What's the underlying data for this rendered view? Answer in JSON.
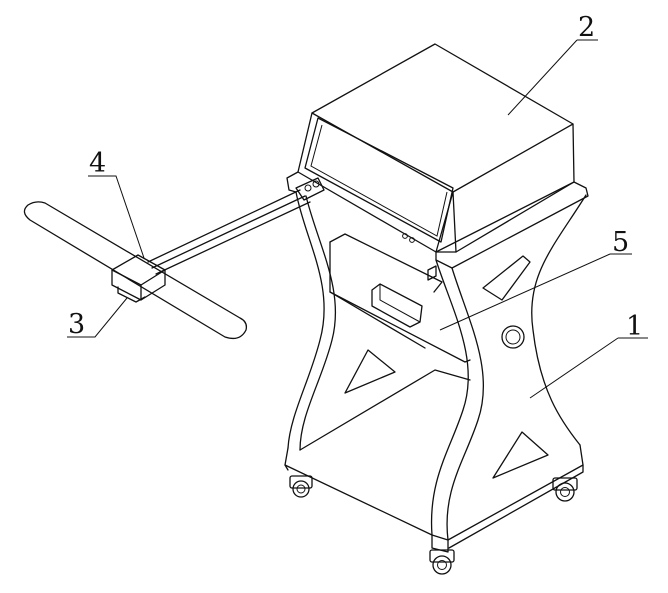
{
  "labels": {
    "part_1": "1",
    "part_2": "2",
    "part_3": "3",
    "part_4": "4",
    "part_5": "5"
  }
}
